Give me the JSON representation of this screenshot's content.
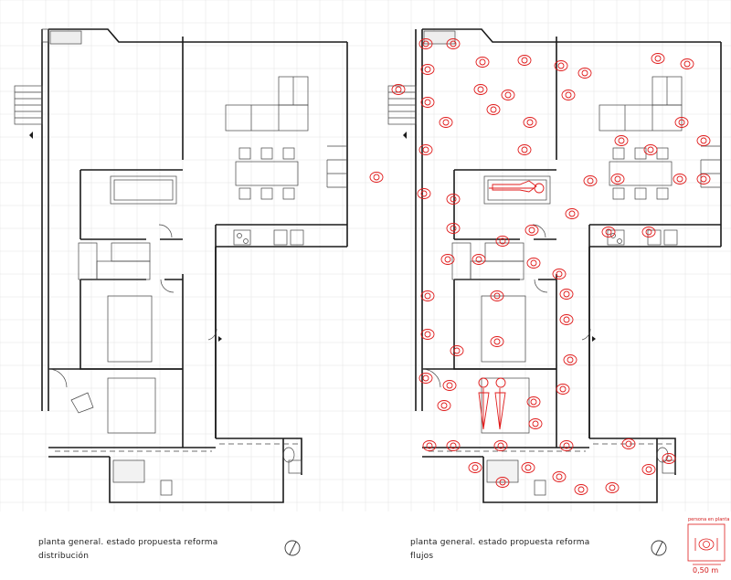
{
  "left_panel": {
    "caption_line1": "planta general. estado propuesta reforma",
    "caption_line2": "distribución"
  },
  "right_panel": {
    "caption_line1": "planta general. estado propuesta reforma",
    "caption_line2": "flujos"
  },
  "legend": {
    "title": "persona en planta",
    "dimension": "0,50 m"
  },
  "colors": {
    "wall": "#1a1a1a",
    "furniture": "#444444",
    "grid": "#e6e6e6",
    "people": "#e01b1b"
  },
  "icons": [
    "north-arrow-icon",
    "person-icon",
    "stair-icon",
    "door-swing-icon"
  ]
}
